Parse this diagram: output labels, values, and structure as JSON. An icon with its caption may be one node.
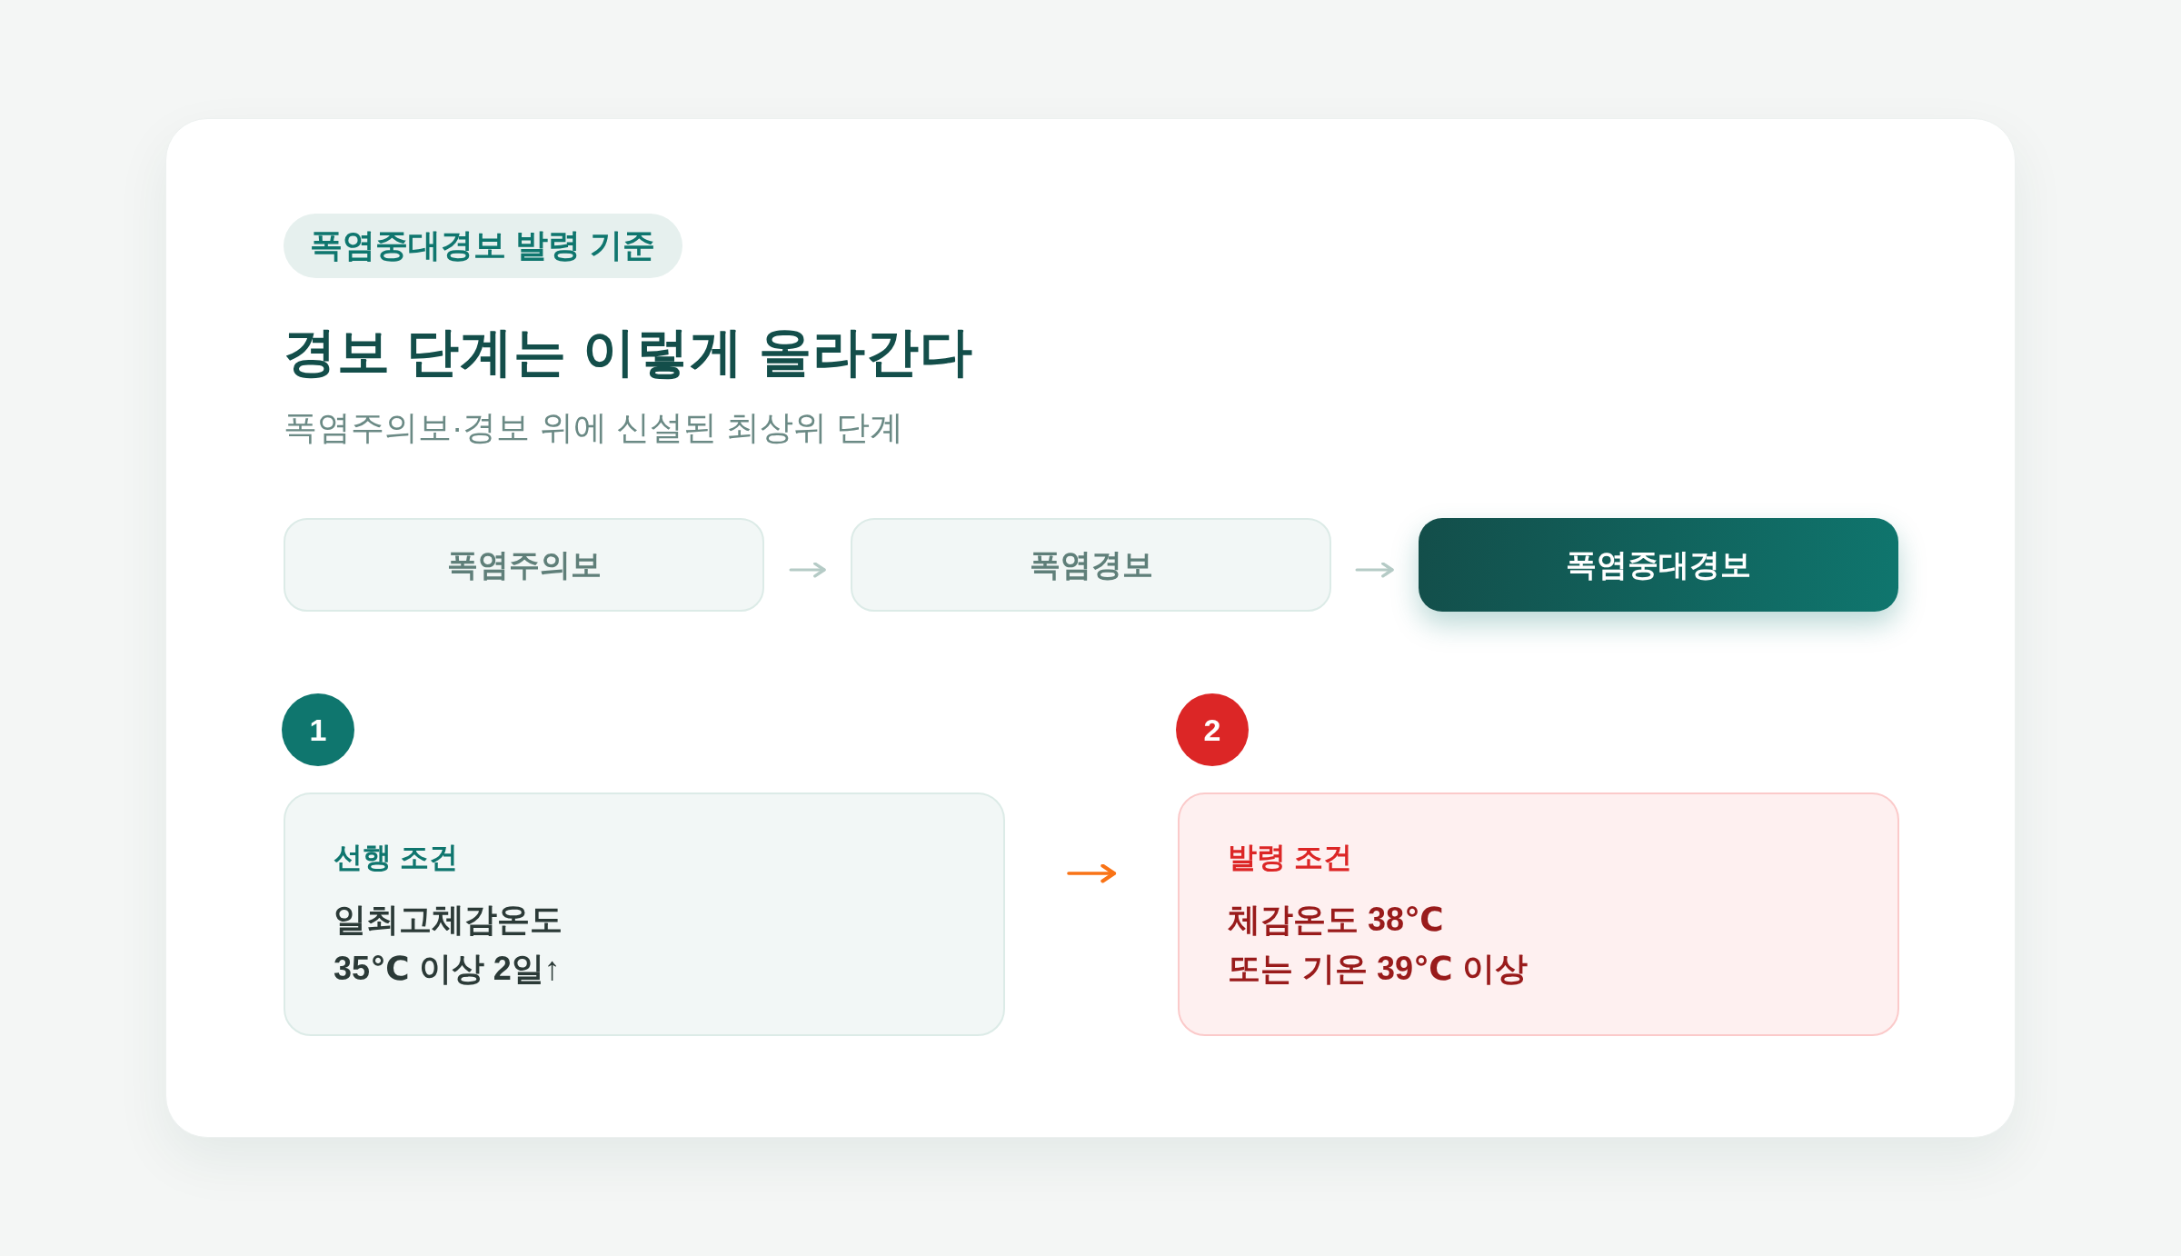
{
  "diagram": {
    "title": "경보 단계는 이렇게 올라간다",
    "nodes": [
      {
        "text": [
          "폭염중대경보 발령 기준"
        ]
      },
      {
        "text": [
          "폭염주의보"
        ]
      },
      {
        "text": [
          "폭염경보"
        ]
      },
      {
        "text": [
          "폭염중대경보"
        ]
      },
      {
        "text": [
          "1"
        ]
      },
      {
        "text": [
          "선행 조건",
          "일최고체감온도 35℃ 이상 2일↑"
        ]
      },
      {
        "text": [
          "2"
        ]
      },
      {
        "text": [
          "발령 조건",
          "체감온도 38℃ 또는 기온 39℃ 이상"
        ]
      }
    ],
    "edges": [
      {
        "from": 1,
        "to": 2,
        "arrow": "to"
      },
      {
        "from": 2,
        "to": 3,
        "arrow": "to"
      },
      {
        "from": 5,
        "to": 7,
        "arrow": "to",
        "color": "#f97316"
      }
    ],
    "labels": [
      "폭염주의보·경보 위에 신설된 최상위 단계"
    ]
  }
}
